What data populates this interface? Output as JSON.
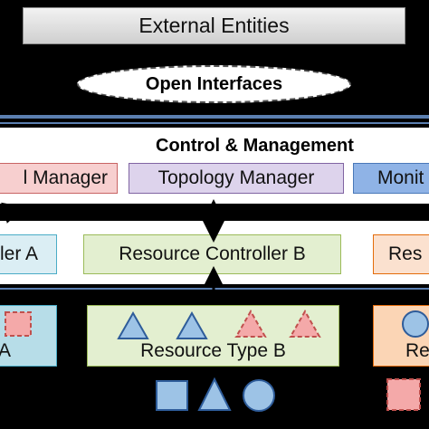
{
  "external_entities": {
    "label": "External Entities"
  },
  "open_interfaces": {
    "label": "Open Interfaces"
  },
  "control_management": {
    "title": "Control & Management",
    "managers": [
      {
        "label": "l Manager"
      },
      {
        "label": "Topology Manager"
      },
      {
        "label": "Monit"
      }
    ]
  },
  "controllers": [
    {
      "label": "ler A"
    },
    {
      "label": "Resource Controller B"
    },
    {
      "label": "Res"
    }
  ],
  "resource_types": [
    {
      "label": "A"
    },
    {
      "label": "Resource Type B"
    },
    {
      "label": "Re"
    }
  ],
  "colors": {
    "background": "#000000",
    "separator": "#5b7fb0",
    "type_a_accent": "#4aacc6",
    "type_b_accent": "#9bbb59",
    "type_c_accent": "#e46c0a",
    "shape_blue": "#9dc3e6",
    "shape_red": "#f4a9a9"
  }
}
